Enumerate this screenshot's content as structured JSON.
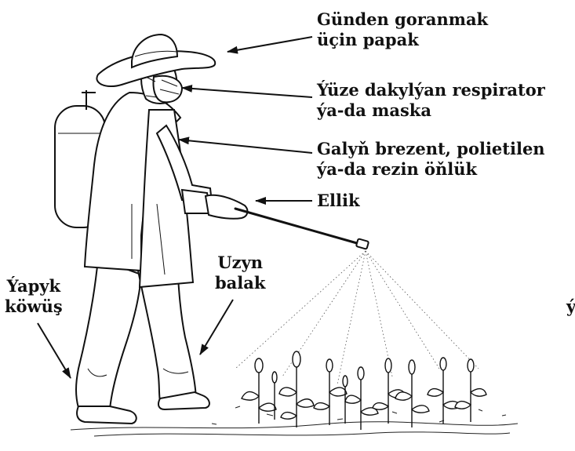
{
  "labels": {
    "hat": {
      "line1": "Günden goranmak",
      "line2": "üçin papak"
    },
    "mask": {
      "line1": "Ýüze dakylýan respirator",
      "line2": "ýa-da maska"
    },
    "apron": {
      "line1": "Galyň brezent, polietilen",
      "line2": "ýa-da rezin öňlük"
    },
    "glove": {
      "line1": "Ellik"
    },
    "pants": {
      "line1": "Uzyn",
      "line2": "balak"
    },
    "shoes": {
      "line1": "Ýapyk",
      "line2": "köwüş"
    },
    "cut": {
      "line1": "ý"
    }
  },
  "colors": {
    "ink": "#111111",
    "background": "#ffffff"
  }
}
